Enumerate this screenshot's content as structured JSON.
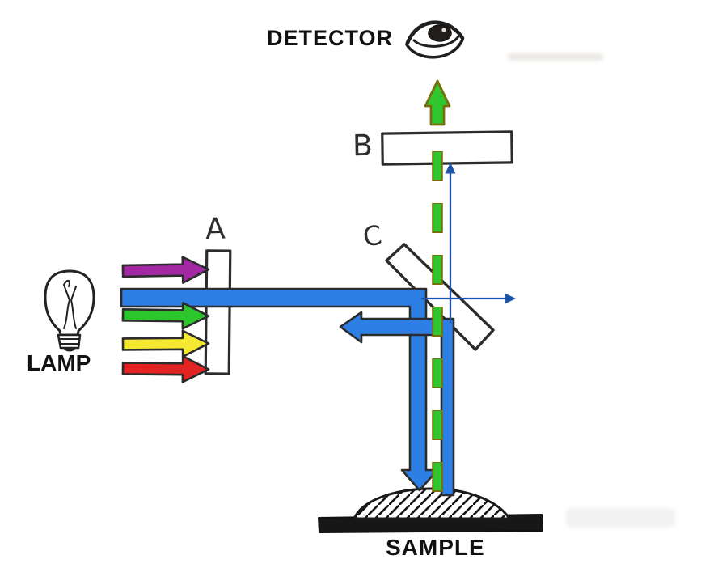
{
  "labels": {
    "detector": "DETECTOR",
    "lamp": "LAMP",
    "sample": "SAMPLE",
    "filter_a": "A",
    "filter_b": "B",
    "mirror_c": "C"
  },
  "icons": {
    "detector": "eye-icon",
    "lamp": "lightbulb-icon"
  },
  "colors": {
    "excitation_beam": "#2e7fe3",
    "axis_line": "#1e55a8",
    "emission_green": "#2fc62f",
    "emission_outline": "#77700a",
    "arrow_purple": "#a328a3",
    "arrow_green": "#2cc52c",
    "arrow_yellow": "#f5e832",
    "arrow_red": "#e32222",
    "ink_outline": "#2c2c2c",
    "sample_black": "#171717",
    "paper": "#ffffff"
  }
}
